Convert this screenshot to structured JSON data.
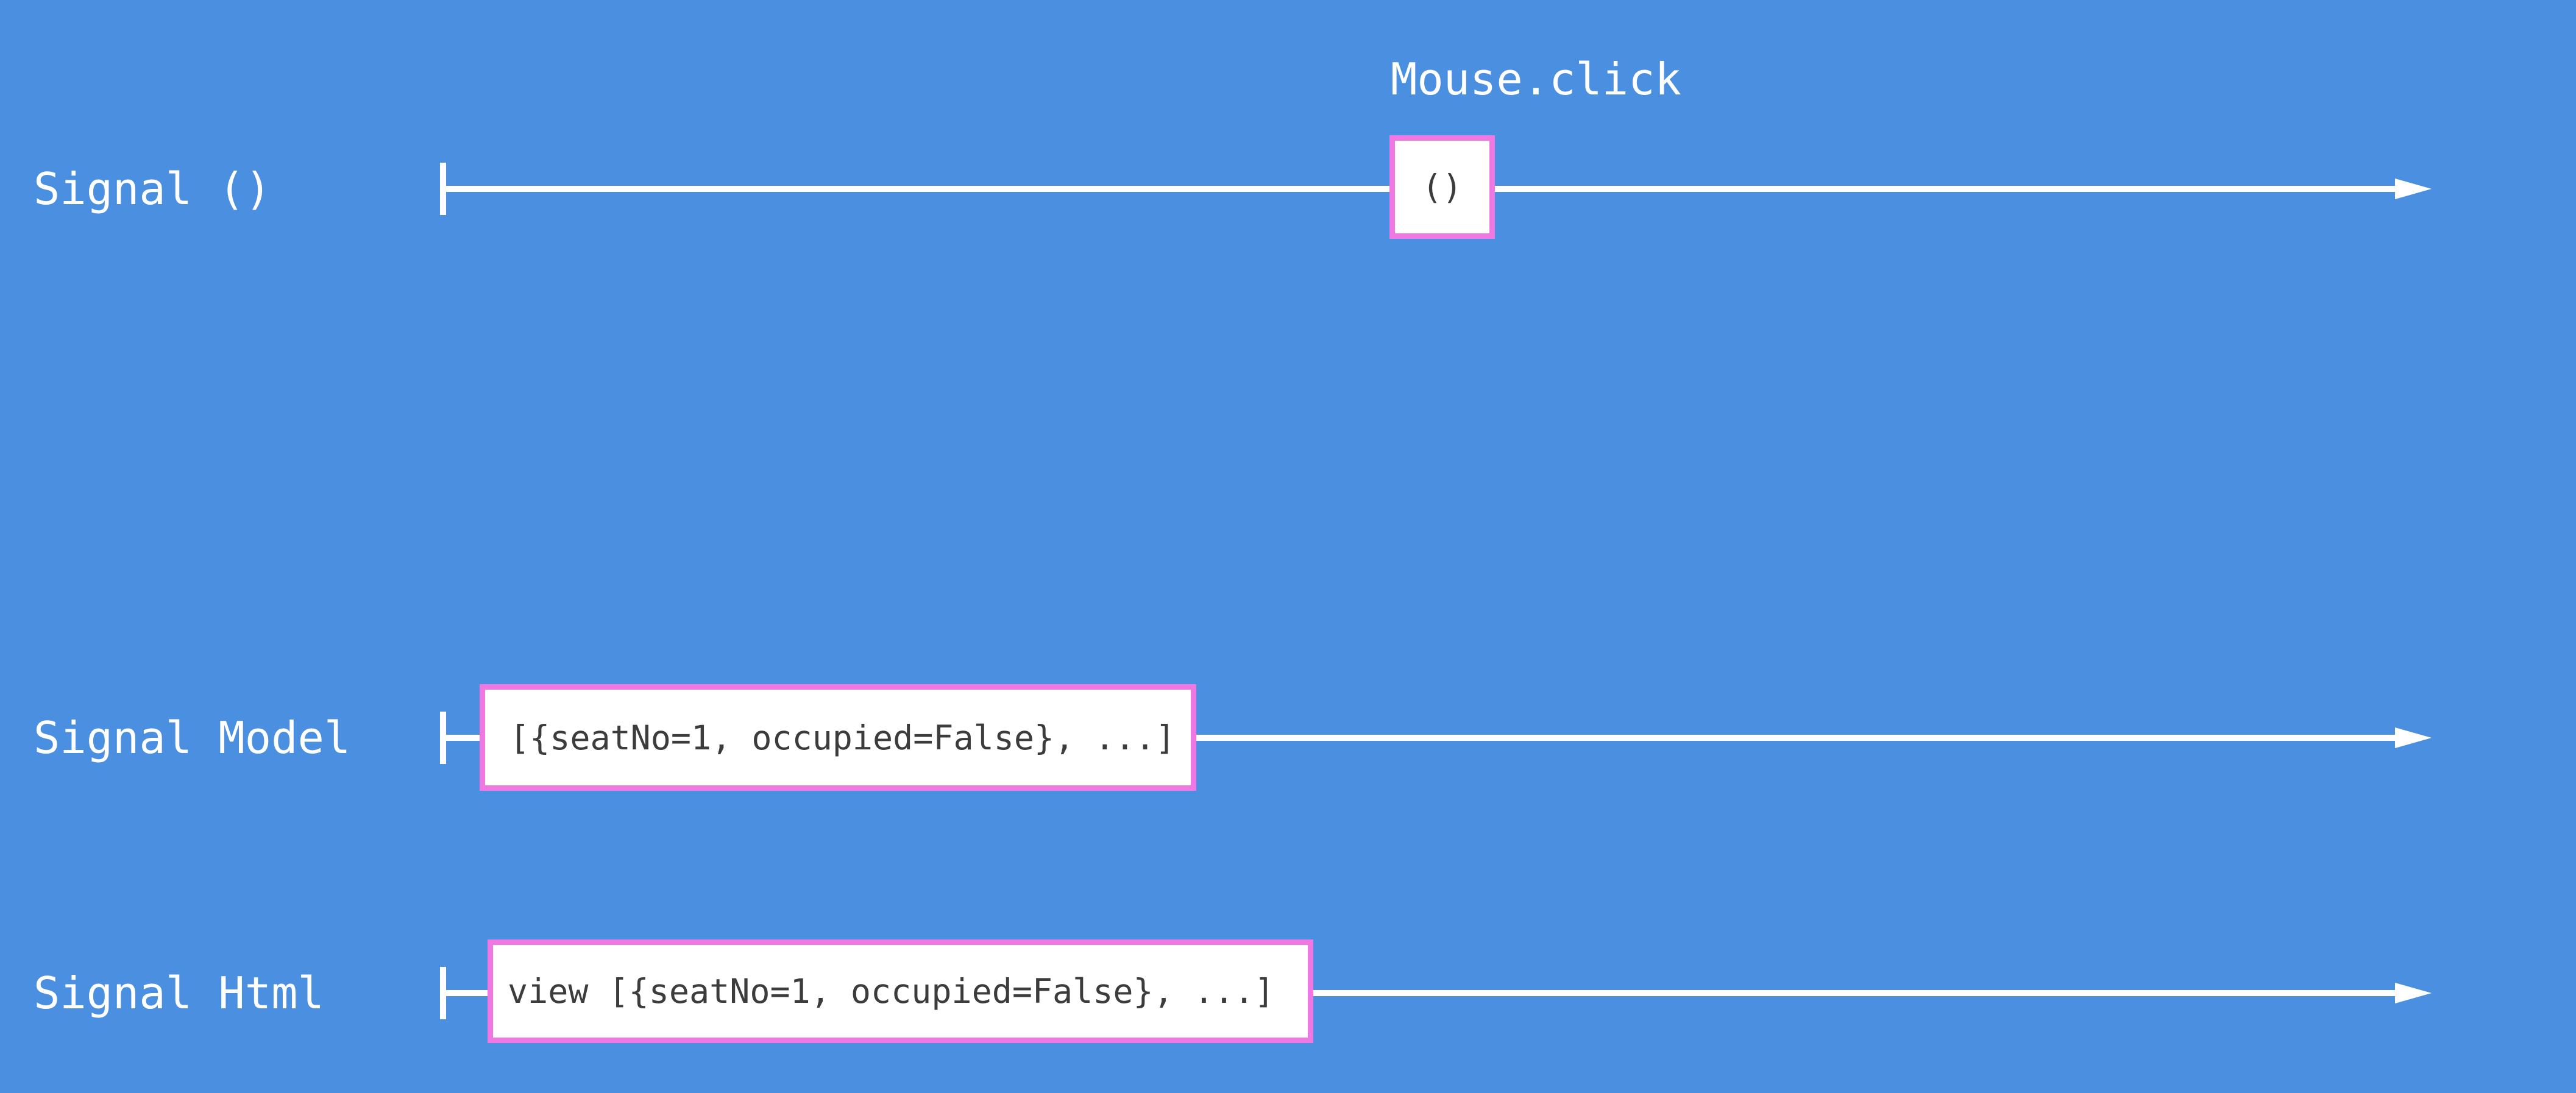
{
  "diagram": {
    "annotation": "Mouse.click",
    "colors": {
      "background": "#4a8fe0",
      "line": "#ffffff",
      "event_border": "#ef78e2",
      "event_background": "#ffffff",
      "event_text": "#3c3c3c",
      "label_text": "#ffffff"
    },
    "rows": [
      {
        "label": "Signal ()",
        "event_value": "()"
      },
      {
        "label": "Signal Model",
        "event_value": "[{seatNo=1, occupied=False}, ...]"
      },
      {
        "label": "Signal Html",
        "event_value": "view [{seatNo=1, occupied=False}, ...]"
      }
    ]
  }
}
